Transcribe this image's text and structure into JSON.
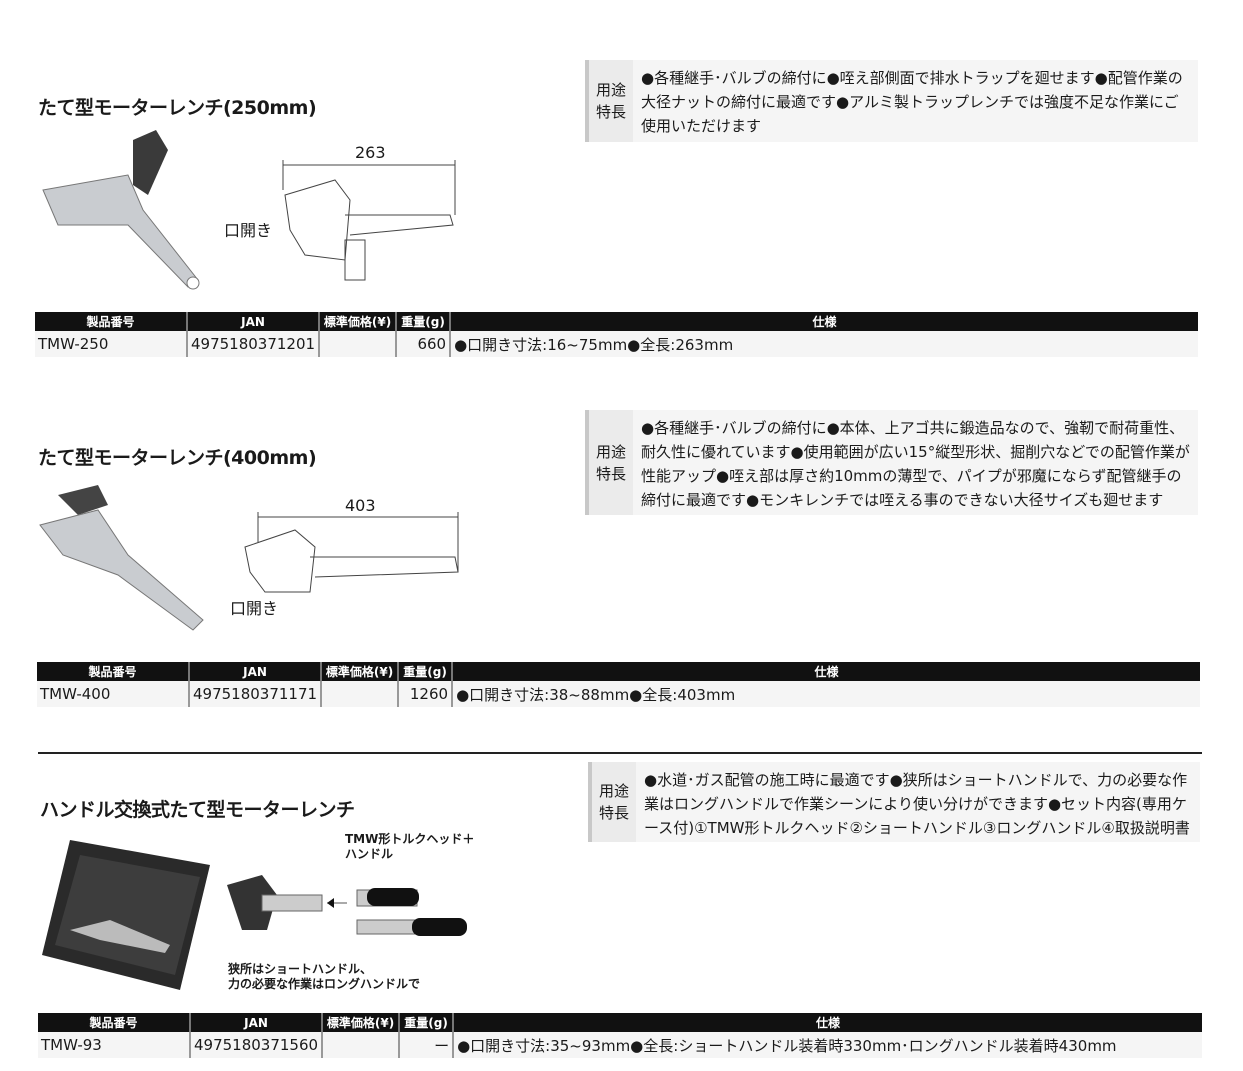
{
  "table_headers": [
    "製品番号",
    "JAN",
    "標準価格(¥)",
    "重量(g)",
    "仕様"
  ],
  "info_label": [
    "用途",
    "特長"
  ],
  "products": [
    {
      "title": "たて型モーターレンチ(250mm)",
      "features": "●各種継手･バルブの締付に●咥え部側面で排水トラップを廻せます●配管作業の大径ナットの締付に最適です●アルミ製トラップレンチでは強度不足な作業にご使用いただけます",
      "dimension": "263",
      "opening": "口開き",
      "row": {
        "code": "TMW-250",
        "jan": "4975180371201",
        "price": "",
        "weight": "660",
        "spec": "●口開き寸法:16~75mm●全長:263mm"
      }
    },
    {
      "title": "たて型モーターレンチ(400mm)",
      "features": "●各種継手･バルブの締付に●本体、上アゴ共に鍛造品なので、強靭で耐荷重性、耐久性に優れています●使用範囲が広い15°縦型形状、掘削穴などでの配管作業が性能アップ●咥え部は厚さ約10mmの薄型で、パイプが邪魔にならず配管継手の締付に最適です●モンキレンチでは咥える事のできない大径サイズも廻せます",
      "dimension": "403",
      "opening": "口開き",
      "row": {
        "code": "TMW-400",
        "jan": "4975180371171",
        "price": "",
        "weight": "1260",
        "spec": "●口開き寸法:38~88mm●全長:403mm"
      }
    },
    {
      "title": "ハンドル交換式たて型モーターレンチ",
      "features": "●水道･ガス配管の施工時に最適です●狭所はショートハンドルで、力の必要な作業はロングハンドルで作業シーンにより使い分けができます●セット内容(専用ケース付)①TMW形トルクヘッド②ショートハンドル③ロングハンドル④取扱説明書",
      "callout": "TMW形トルクヘッド＋ハンドル",
      "caption1": "狭所はショートハンドル、",
      "caption2": "力の必要な作業はロングハンドルで",
      "row": {
        "code": "TMW-93",
        "jan": "4975180371560",
        "price": "",
        "weight": "ー",
        "spec": "●口開き寸法:35~93mm●全長:ショートハンドル装着時330mm･ロングハンドル装着時430mm"
      }
    }
  ]
}
